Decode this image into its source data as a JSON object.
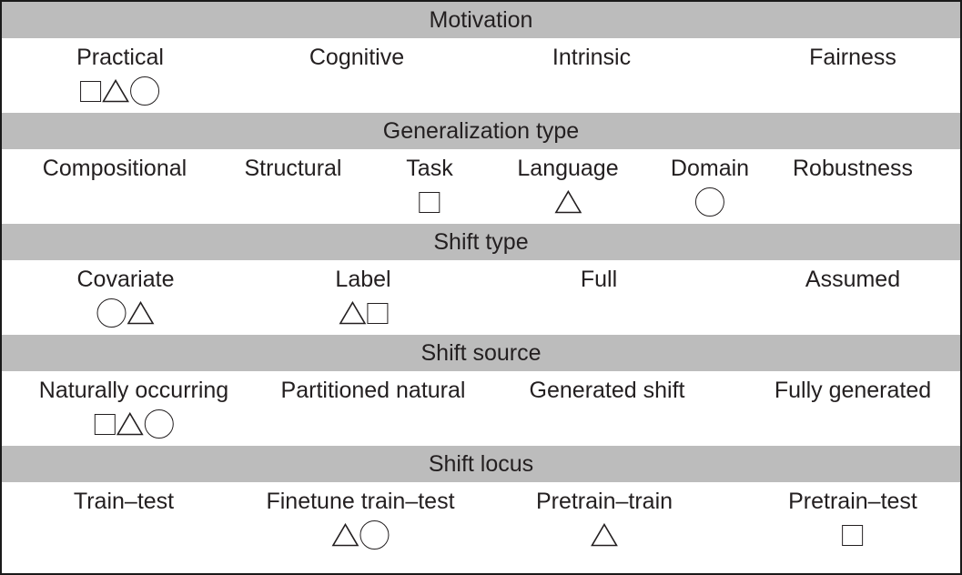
{
  "sections": [
    {
      "header": "Motivation",
      "cells": [
        {
          "label": "Practical",
          "icons": [
            "square-icon",
            "triangle-icon",
            "circle-icon"
          ]
        },
        {
          "label": "Cognitive",
          "icons": []
        },
        {
          "label": "Intrinsic",
          "icons": []
        },
        {
          "label": "Fairness",
          "icons": []
        }
      ]
    },
    {
      "header": "Generalization type",
      "cells": [
        {
          "label": "Compositional",
          "icons": []
        },
        {
          "label": "Structural",
          "icons": []
        },
        {
          "label": "Task",
          "icons": [
            "square-icon"
          ]
        },
        {
          "label": "Language",
          "icons": [
            "triangle-icon"
          ]
        },
        {
          "label": "Domain",
          "icons": [
            "circle-icon"
          ]
        },
        {
          "label": "Robustness",
          "icons": []
        }
      ]
    },
    {
      "header": "Shift type",
      "cells": [
        {
          "label": "Covariate",
          "icons": [
            "circle-icon",
            "triangle-icon"
          ]
        },
        {
          "label": "Label",
          "icons": [
            "triangle-icon",
            "square-icon"
          ]
        },
        {
          "label": "Full",
          "icons": []
        },
        {
          "label": "Assumed",
          "icons": []
        }
      ]
    },
    {
      "header": "Shift source",
      "cells": [
        {
          "label": "Naturally occurring",
          "icons": [
            "square-icon",
            "triangle-icon",
            "circle-icon"
          ]
        },
        {
          "label": "Partitioned natural",
          "icons": []
        },
        {
          "label": "Generated shift",
          "icons": []
        },
        {
          "label": "Fully generated",
          "icons": []
        }
      ]
    },
    {
      "header": "Shift locus",
      "cells": [
        {
          "label": "Train–test",
          "icons": []
        },
        {
          "label": "Finetune train–test",
          "icons": [
            "triangle-icon",
            "circle-icon"
          ]
        },
        {
          "label": "Pretrain–train",
          "icons": [
            "triangle-icon"
          ]
        },
        {
          "label": "Pretrain–test",
          "icons": [
            "square-icon"
          ]
        }
      ]
    }
  ]
}
